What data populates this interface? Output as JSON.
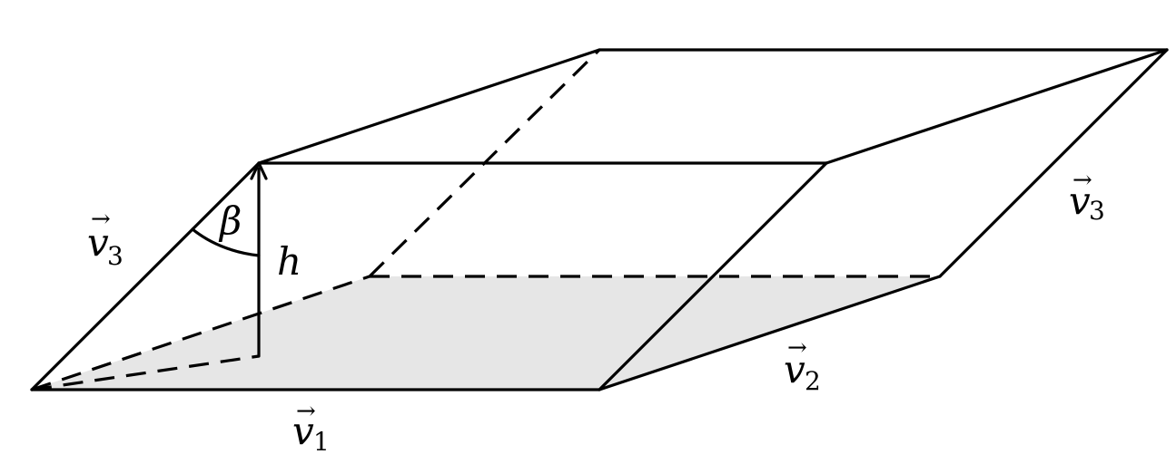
{
  "figure": {
    "labels": {
      "v1": {
        "base": "v",
        "sub": "1"
      },
      "v2": {
        "base": "v",
        "sub": "2"
      },
      "v3_left": {
        "base": "v",
        "sub": "3"
      },
      "v3_right": {
        "base": "v",
        "sub": "3"
      },
      "beta": "β",
      "h": "h"
    },
    "colors": {
      "base_fill": "#e6e6e6",
      "stroke": "#000000"
    }
  }
}
